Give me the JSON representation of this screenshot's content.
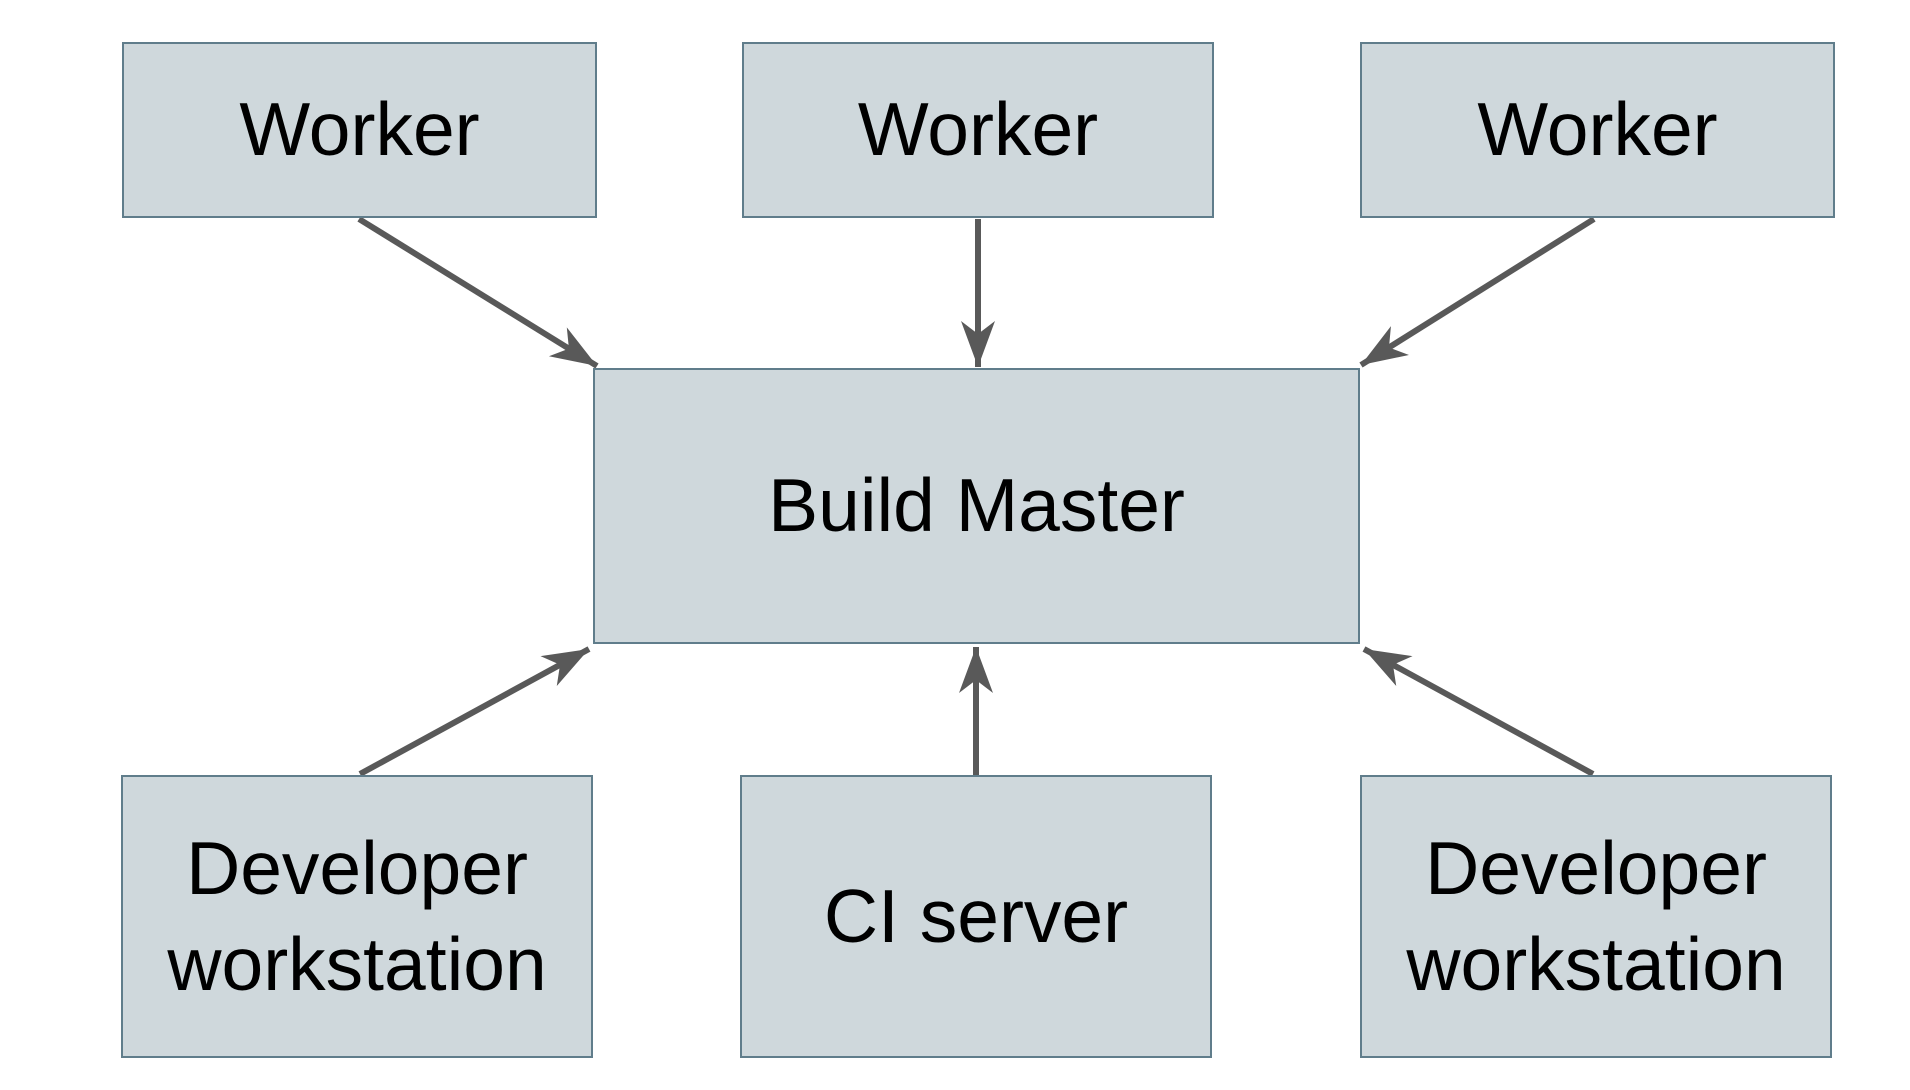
{
  "diagram": {
    "description": "Distributed build system architecture diagram",
    "nodes": {
      "worker_1": {
        "label": "Worker"
      },
      "worker_2": {
        "label": "Worker"
      },
      "worker_3": {
        "label": "Worker"
      },
      "build_master": {
        "label": "Build Master"
      },
      "developer_workstation_left": {
        "label": "Developer workstation"
      },
      "ci_server": {
        "label": "CI server"
      },
      "developer_workstation_right": {
        "label": "Developer workstation"
      }
    },
    "edges": [
      {
        "from": "worker_1",
        "to": "build_master"
      },
      {
        "from": "worker_2",
        "to": "build_master"
      },
      {
        "from": "worker_3",
        "to": "build_master"
      },
      {
        "from": "developer_workstation_left",
        "to": "build_master"
      },
      {
        "from": "ci_server",
        "to": "build_master"
      },
      {
        "from": "developer_workstation_right",
        "to": "build_master"
      }
    ],
    "colors": {
      "background": "#ffffff",
      "node_fill": "#cfd8dc",
      "node_border": "#607d8b",
      "arrow": "#595959",
      "label_text": "#000000"
    }
  }
}
